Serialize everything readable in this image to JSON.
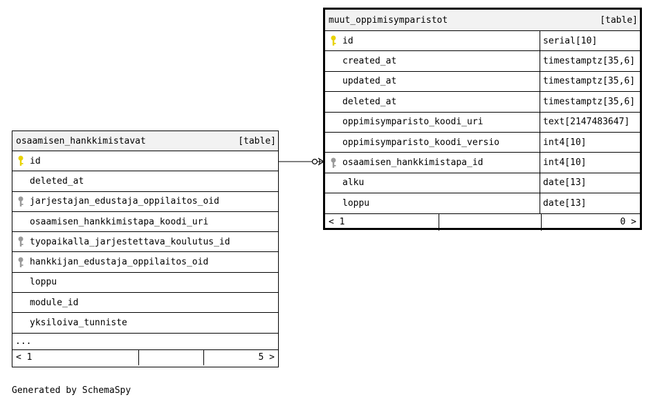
{
  "left_table": {
    "title": "osaamisen_hankkimistavat",
    "kind": "[table]",
    "columns": [
      {
        "name": "id",
        "key": "primary"
      },
      {
        "name": "deleted_at",
        "key": "none"
      },
      {
        "name": "jarjestajan_edustaja_oppilaitos_oid",
        "key": "foreign"
      },
      {
        "name": "osaamisen_hankkimistapa_koodi_uri",
        "key": "none"
      },
      {
        "name": "tyopaikalla_jarjestettava_koulutus_id",
        "key": "foreign"
      },
      {
        "name": "hankkijan_edustaja_oppilaitos_oid",
        "key": "foreign"
      },
      {
        "name": "loppu",
        "key": "none"
      },
      {
        "name": "module_id",
        "key": "none"
      },
      {
        "name": "yksiloiva_tunniste",
        "key": "none"
      }
    ],
    "more": "...",
    "footer": {
      "left": "< 1",
      "right": "5 >"
    }
  },
  "right_table": {
    "title": "muut_oppimisymparistot",
    "kind": "[table]",
    "columns": [
      {
        "name": "id",
        "type": "serial[10]",
        "key": "primary"
      },
      {
        "name": "created_at",
        "type": "timestamptz[35,6]",
        "key": "none"
      },
      {
        "name": "updated_at",
        "type": "timestamptz[35,6]",
        "key": "none"
      },
      {
        "name": "deleted_at",
        "type": "timestamptz[35,6]",
        "key": "none"
      },
      {
        "name": "oppimisymparisto_koodi_uri",
        "type": "text[2147483647]",
        "key": "none"
      },
      {
        "name": "oppimisymparisto_koodi_versio",
        "type": "int4[10]",
        "key": "none"
      },
      {
        "name": "osaamisen_hankkimistapa_id",
        "type": "int4[10]",
        "key": "foreign"
      },
      {
        "name": "alku",
        "type": "date[13]",
        "key": "none"
      },
      {
        "name": "loppu",
        "type": "date[13]",
        "key": "none"
      }
    ],
    "footer": {
      "left": "< 1",
      "right": "0 >"
    }
  },
  "generated_by": "Generated by SchemaSpy",
  "colors": {
    "primary_key": "#e8d200",
    "foreign_key": "#9a9a9a",
    "header_bg": "#f2f2f2",
    "line": "#000000"
  }
}
